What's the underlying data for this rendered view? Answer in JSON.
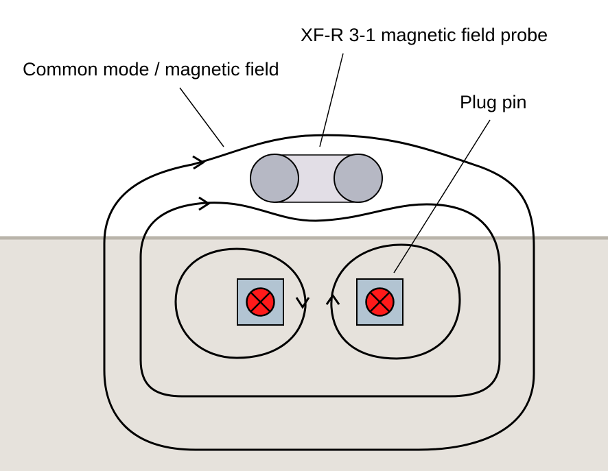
{
  "labels": {
    "common_mode": "Common mode / magnetic field",
    "probe": "XF-R 3-1 magnetic field probe",
    "plug_pin": "Plug pin"
  },
  "colors": {
    "background_upper": "#ffffff",
    "background_lower": "#e6e2dc",
    "surface_line": "#b9b4aa",
    "probe_head": "#b6b8c4",
    "probe_body": "#e2dee6",
    "pin_square": "#b2c4d2",
    "pin_circle": "#ff1a1a",
    "field_line": "#000000"
  },
  "icons": {
    "pin_symbol": "current-into-page-x-icon",
    "probe": "magnetic-probe-icon"
  }
}
